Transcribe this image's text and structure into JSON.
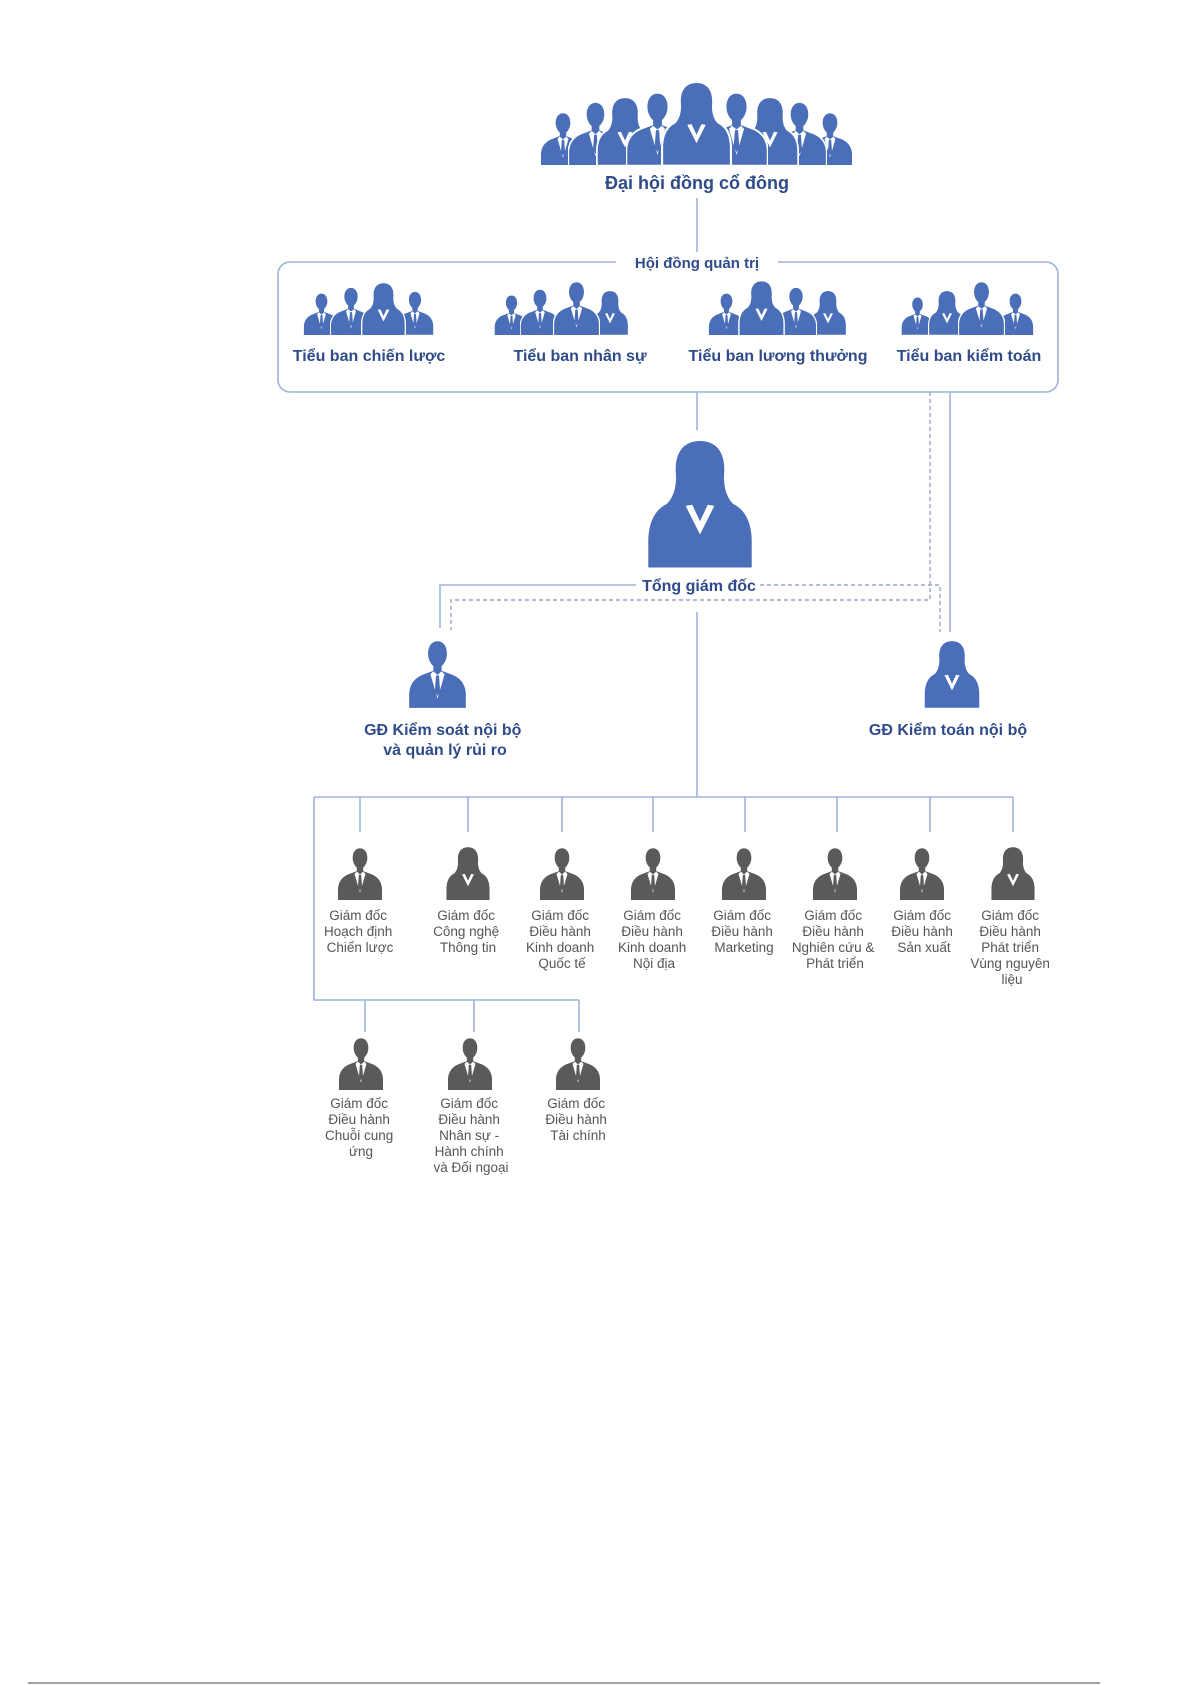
{
  "shareholders": {
    "label": "Đại hội đồng cổ đông"
  },
  "board": {
    "label": "Hội đồng quản trị",
    "committees": [
      {
        "label": "Tiểu ban chiến lược"
      },
      {
        "label": "Tiểu ban nhân sự"
      },
      {
        "label": "Tiểu ban lương thưởng"
      },
      {
        "label": "Tiểu ban kiểm toán"
      }
    ]
  },
  "ceo": {
    "label": "Tổng giám đốc"
  },
  "internal_control": {
    "lines": [
      "GĐ Kiểm soát nội bộ",
      "và quản lý rủi ro"
    ]
  },
  "internal_audit": {
    "label": "GĐ Kiểm toán nội bộ"
  },
  "directors_row1": [
    {
      "lines": [
        "Giám đốc",
        "Hoạch định",
        "Chiến lược"
      ]
    },
    {
      "lines": [
        "Giám đốc",
        "Công nghệ",
        "Thông tin"
      ]
    },
    {
      "lines": [
        "Giám đốc",
        "Điều hành",
        "Kinh doanh",
        "Quốc tế"
      ]
    },
    {
      "lines": [
        "Giám đốc",
        "Điều hành",
        "Kinh doanh",
        "Nội địa"
      ]
    },
    {
      "lines": [
        "Giám đốc",
        "Điều hành",
        "Marketing"
      ]
    },
    {
      "lines": [
        "Giám đốc",
        "Điều hành",
        "Nghiên cứu &",
        "Phát triển"
      ]
    },
    {
      "lines": [
        "Giám đốc",
        "Điều hành",
        "Sản xuất"
      ]
    },
    {
      "lines": [
        "Giám đốc",
        "Điều hành",
        "Phát triển",
        "Vùng nguyên",
        "liệu"
      ]
    }
  ],
  "directors_row2": [
    {
      "lines": [
        "Giám đốc",
        "Điều hành",
        "Chuỗi cung",
        "ứng"
      ]
    },
    {
      "lines": [
        "Giám đốc",
        "Điều hành",
        "Nhân sự -",
        "Hành chính",
        "và Đối ngoại"
      ]
    },
    {
      "lines": [
        "Giám đốc",
        "Điều hành",
        "Tài chính"
      ]
    }
  ],
  "icons": {
    "shareholders": "people-crowd-icon",
    "committee": "people-group-icon",
    "male": "businessman-icon",
    "female": "businesswoman-icon"
  },
  "colors": {
    "primary": "#4a6fb8",
    "label": "#2f4b8a",
    "connector": "#9fb3db",
    "dashed": "#9aa6c4",
    "gray_icon": "#5a5a5a",
    "gray_text": "#555555"
  }
}
